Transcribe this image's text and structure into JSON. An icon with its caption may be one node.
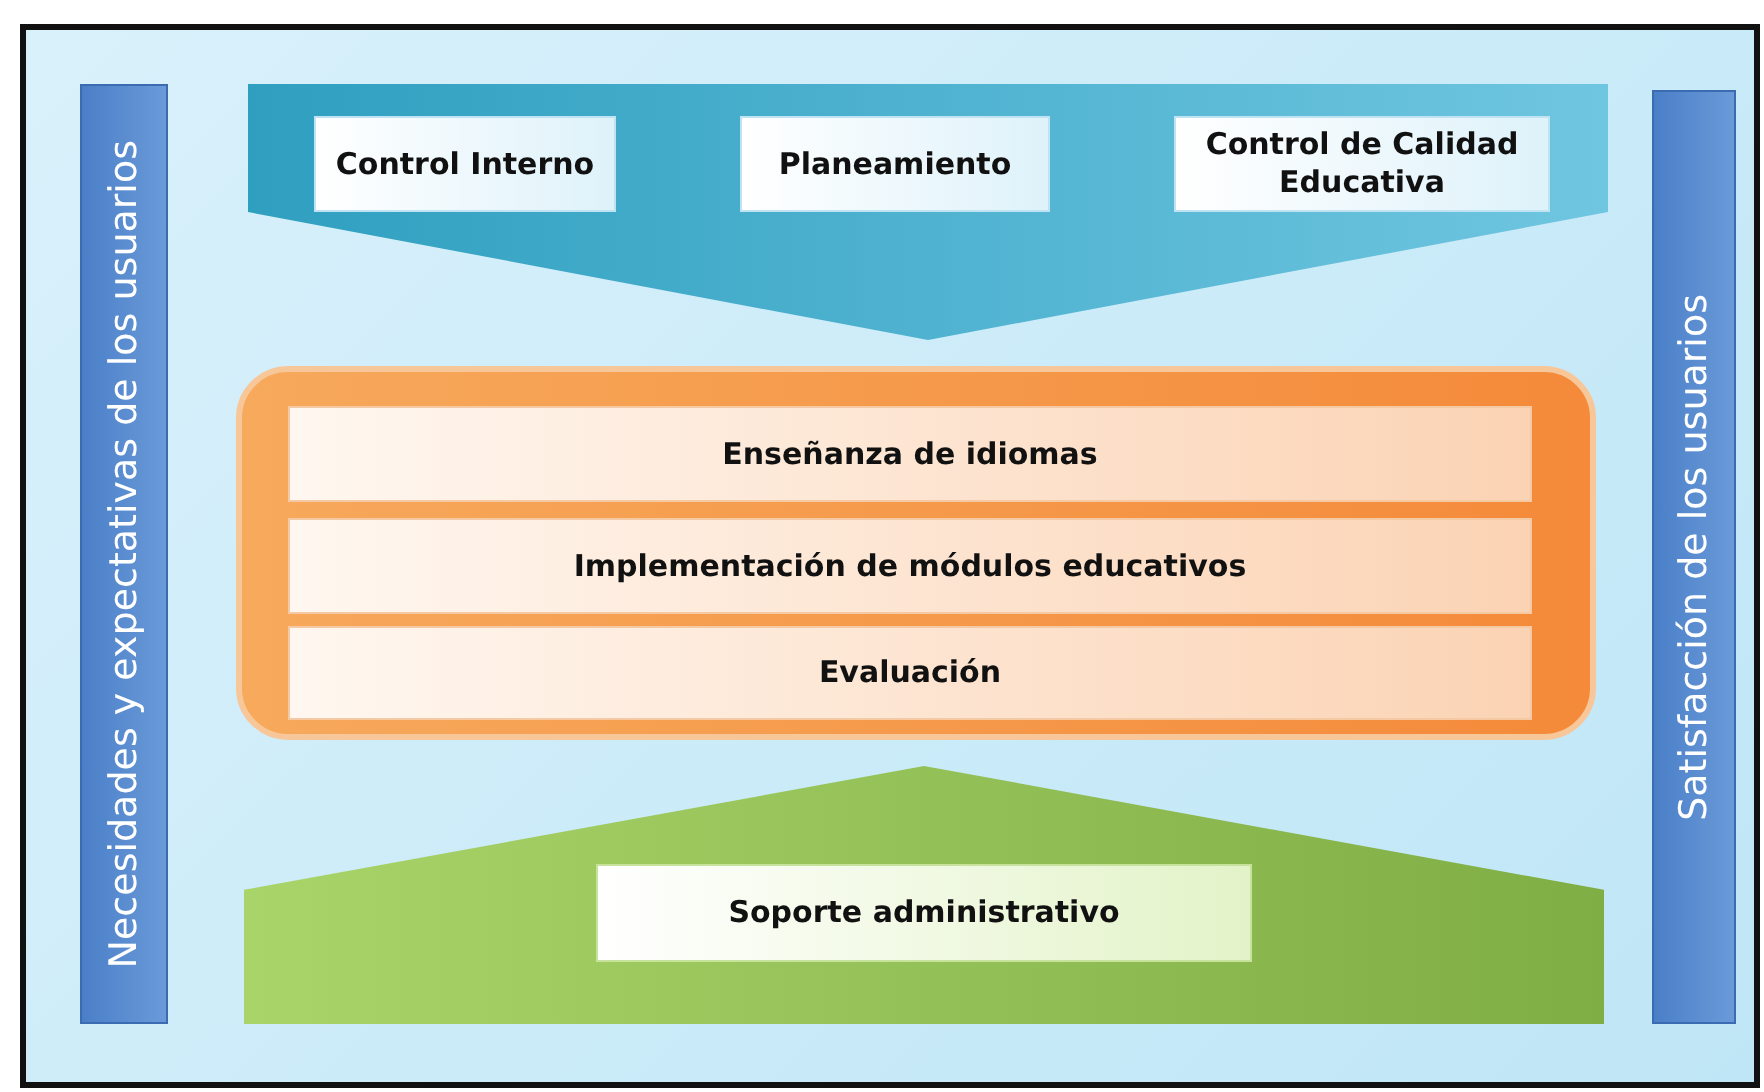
{
  "diagram": {
    "nodes": [
      {
        "text": [
          "Necesidades y expectativas de los usuarios"
        ]
      },
      {
        "text": [],
        "shape": "banner"
      },
      {
        "text": [
          "Control Interno"
        ],
        "in": 1
      },
      {
        "text": [
          "Planeamiento"
        ],
        "in": 1
      },
      {
        "text": [
          "Control de Calidad Educativa"
        ],
        "in": 1
      },
      {
        "text": [],
        "shape": "box"
      },
      {
        "text": [
          "Enseñanza de idiomas"
        ],
        "in": 5
      },
      {
        "text": [
          "Implementación de módulos educativos"
        ],
        "in": 5
      },
      {
        "text": [
          "Evaluación"
        ],
        "in": 5
      },
      {
        "text": [],
        "shape": "banner"
      },
      {
        "text": [
          "Soporte administrativo"
        ],
        "in": 9
      },
      {
        "text": [
          "Satisfacción de los usuarios"
        ]
      }
    ],
    "edges": []
  }
}
